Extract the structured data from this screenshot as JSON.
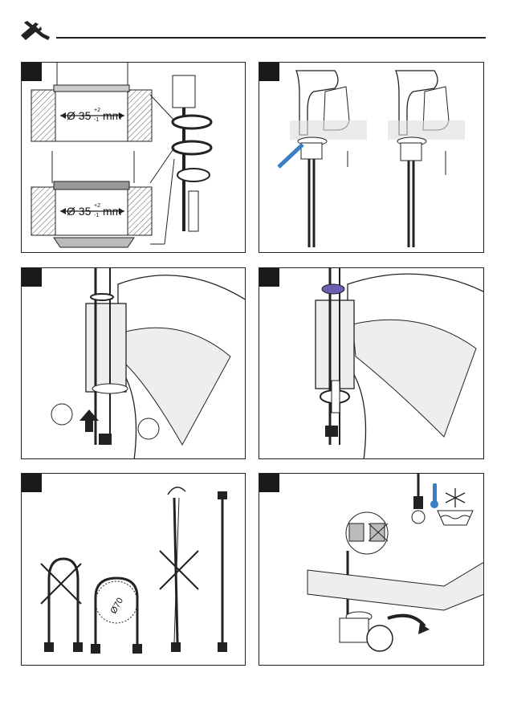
{
  "header": {
    "icon": "wrench-screwdriver-icon"
  },
  "panels": [
    {
      "id": 1,
      "dim1_main": "Ø 35",
      "dim1_tol_plus": "+2",
      "dim1_tol_minus": "-1",
      "dim1_unit": "mm",
      "dim2_main": "Ø 35",
      "dim2_tol_plus": "+2",
      "dim2_tol_minus": "-1",
      "dim2_unit": "mm"
    },
    {
      "id": 2
    },
    {
      "id": 3
    },
    {
      "id": 4
    },
    {
      "id": 5,
      "bend_radius_label": "Ø70"
    },
    {
      "id": 6,
      "icons": [
        "thermometer-icon",
        "snowflake-icon",
        "water-icon"
      ]
    }
  ],
  "colors": {
    "line": "#222222",
    "hatch": "#555555",
    "accent_blue": "#3a7fc4",
    "highlight": "#6a5fb0"
  }
}
